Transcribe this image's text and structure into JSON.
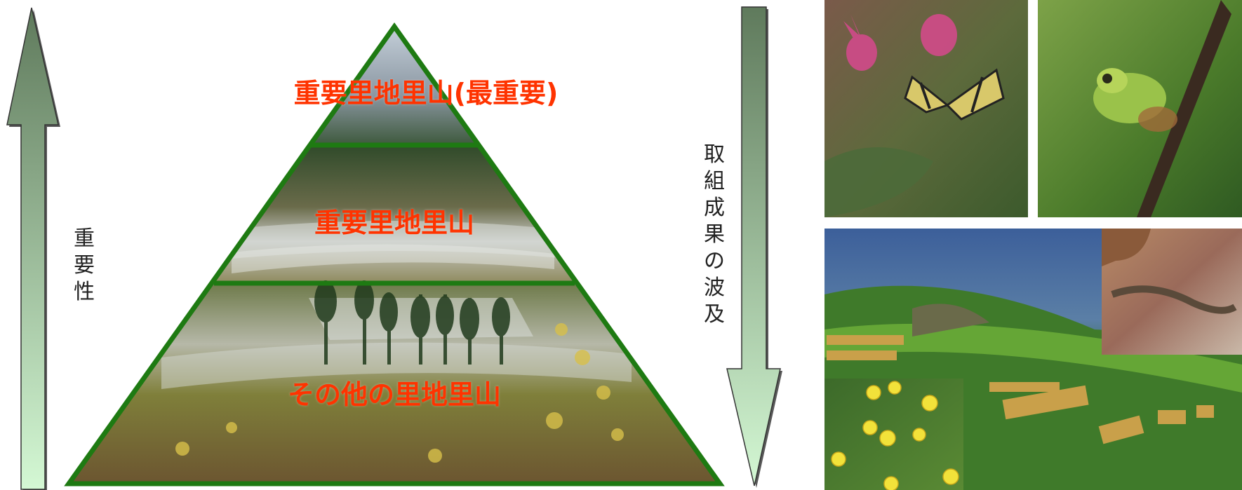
{
  "left_arrow": {
    "label": "重要性"
  },
  "right_arrow": {
    "label": "取組成果の波及"
  },
  "pyramid": {
    "tier_top": "重要里地里山(最重要)",
    "tier_middle": "重要里地里山",
    "tier_bottom": "その他の里地里山"
  },
  "photos": {
    "names": [
      "butterfly-on-katakuri-photo",
      "tree-frog-photo",
      "terraced-paddy-landscape-photo",
      "salamander-photo",
      "yellow-flowers-photo"
    ]
  },
  "colors": {
    "pyramid_outline": "#1e7a12",
    "tier_text": "#ff3300",
    "arrow_dark": "#5f7a5c",
    "arrow_light": "#d4f8d4"
  }
}
